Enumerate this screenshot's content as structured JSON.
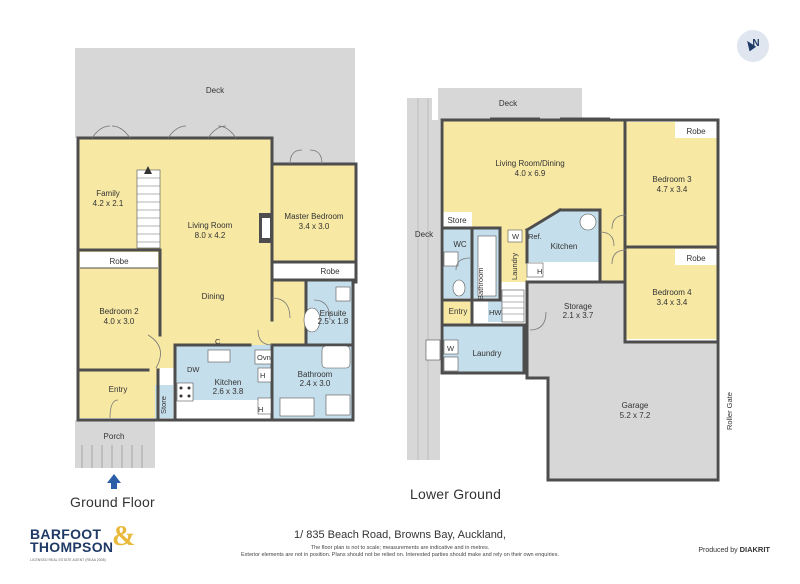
{
  "colors": {
    "yellow": "#f7e8a4",
    "blue": "#c5deeb",
    "grey": "#d7d7d7",
    "wall": "#4d4d4d",
    "navy": "#1f3a66",
    "accent": "#e8b93b"
  },
  "ground_floor": {
    "title": "Ground Floor",
    "rooms": {
      "deck": {
        "name": "Deck"
      },
      "family": {
        "name": "Family",
        "dims": "4.2 x 2.1"
      },
      "living": {
        "name": "Living Room",
        "dims": "8.0 x 4.2"
      },
      "dining": {
        "name": "Dining"
      },
      "master": {
        "name": "Master Bedroom",
        "dims": "3.4 x 3.0"
      },
      "robe_master": {
        "name": "Robe"
      },
      "robe_bed2": {
        "name": "Robe"
      },
      "bedroom2": {
        "name": "Bedroom 2",
        "dims": "4.0 x 3.0"
      },
      "ensuite": {
        "name": "Ensuite",
        "dims": "2.5 x 1.8"
      },
      "kitchen": {
        "name": "Kitchen",
        "dims": "2.6 x 3.8"
      },
      "bathroom": {
        "name": "Bathroom",
        "dims": "2.4 x 3.0"
      },
      "entry": {
        "name": "Entry"
      },
      "store": {
        "name": "Store"
      },
      "porch": {
        "name": "Porch"
      }
    },
    "fixtures": {
      "c": "C",
      "dw": "DW",
      "ovn": "Ovn",
      "h1": "H",
      "h2": "H"
    }
  },
  "lower_ground": {
    "title": "Lower Ground",
    "rooms": {
      "deck_top": {
        "name": "Deck"
      },
      "deck_side": {
        "name": "Deck"
      },
      "living": {
        "name": "Living Room/Dining",
        "dims": "4.0 x 6.9"
      },
      "bedroom3": {
        "name": "Bedroom 3",
        "dims": "4.7 x 3.4"
      },
      "robe3": {
        "name": "Robe"
      },
      "bedroom4": {
        "name": "Bedroom 4",
        "dims": "3.4 x 3.4"
      },
      "robe4": {
        "name": "Robe"
      },
      "store": {
        "name": "Store"
      },
      "wc": {
        "name": "WC"
      },
      "bathroom": {
        "name": "Bathroom"
      },
      "laundry_v": {
        "name": "Laundry"
      },
      "kitchen": {
        "name": "Kitchen"
      },
      "entry": {
        "name": "Entry"
      },
      "laundry": {
        "name": "Laundry"
      },
      "storage": {
        "name": "Storage",
        "dims": "2.1 x 3.7"
      },
      "garage": {
        "name": "Garage",
        "dims": "5.2 x 7.2"
      },
      "roller_gate": {
        "name": "Roller Gate"
      }
    },
    "fixtures": {
      "w1": "W",
      "w2": "W",
      "ref": "Ref.",
      "h": "H",
      "hw": "HW"
    }
  },
  "compass": {
    "label": "N"
  },
  "address": "1/ 835 Beach Road, Browns Bay, Auckland,",
  "disclaimer": [
    "The floor plan is not to scale; measurements are indicative and in metres.",
    "Exterior elements are not in position. Plans should not be relied on. Interested parties should make and rely on their own enquiries."
  ],
  "brand": {
    "line1": "BARFOOT",
    "line2": "THOMPSON",
    "amp": "&",
    "tagline": "LICENSED REAL ESTATE AGENT (REAA 2008)"
  },
  "produced_by": {
    "prefix": "Produced by",
    "name": "DIAKRIT"
  }
}
